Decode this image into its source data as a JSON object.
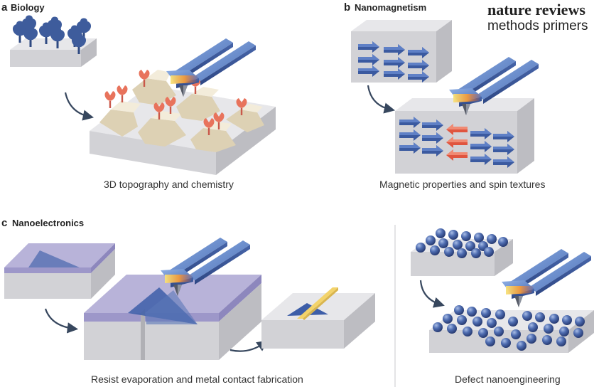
{
  "panels": {
    "a": {
      "letter": "a",
      "title": "Biology",
      "caption": "3D topography and chemistry"
    },
    "b": {
      "letter": "b",
      "title": "Nanomagnetism",
      "caption": "Magnetic properties and spin textures"
    },
    "c": {
      "letter": "c",
      "title": "Nanoelectronics",
      "caption": "Resist evaporation and metal contact fabrication"
    },
    "d": {
      "caption": "Defect nanoengineering"
    }
  },
  "brand": {
    "line1": "nature reviews",
    "line2": "methods primers"
  },
  "colors": {
    "block_top": "#e7e7ea",
    "block_front": "#d2d2d6",
    "block_side": "#bdbdc2",
    "molecule_blue": "#3e5c9c",
    "molecule_red": "#e8735c",
    "pillar_top": "#f3ecda",
    "pillar_side": "#ddd1b4",
    "arrow_blue": "#3b5aa0",
    "arrow_red": "#e8664f",
    "resist_purple": "#b8b3d9",
    "triangle_blue": "#3d5ea8",
    "metal_yellow": "#f3d36a",
    "probe_blue": "#5b7fc4"
  },
  "icons": [
    "cantilever-probe",
    "curved-arrow",
    "molecule",
    "spin-arrow",
    "sphere"
  ]
}
